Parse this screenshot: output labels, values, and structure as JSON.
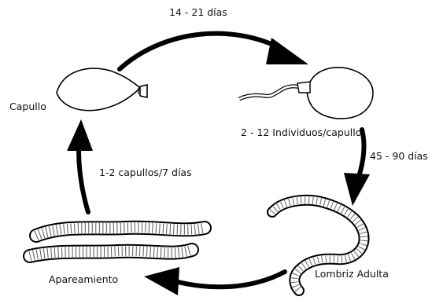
{
  "labels": {
    "top_duration": "14 - 21 días",
    "cocoon": "Capullo",
    "individuals": "2 - 12 Individuos/capullo",
    "right_duration": "45 - 90 días",
    "cocoons_rate": "1-2 capullos/7 días",
    "adult_worm": "Lombriz Adulta",
    "mating": "Apareamiento"
  }
}
